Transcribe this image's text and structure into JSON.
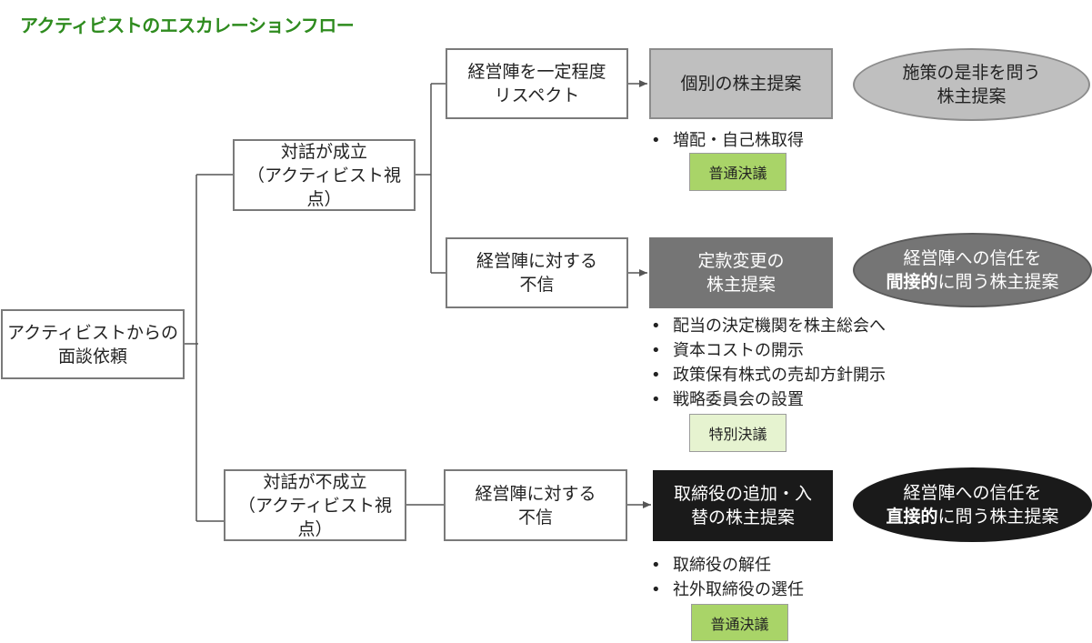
{
  "title": "アクティビストのエスカレーションフロー",
  "root": {
    "label": "アクティビストからの\n面談依頼"
  },
  "level1": {
    "success": {
      "label": "対話が成立\n（アクティビスト視点）"
    },
    "failure": {
      "label": "対話が不成立\n（アクティビスト視点）"
    }
  },
  "level2": {
    "respect": {
      "label": "経営陣を一定程度\nリスペクト"
    },
    "distrust_a": {
      "label": "経営陣に対する\n不信"
    },
    "distrust_b": {
      "label": "経営陣に対する\n不信"
    }
  },
  "proposals": {
    "individual": {
      "label": "個別の株主提案",
      "items": [
        "増配・自己株取得"
      ],
      "resolution": "普通決議",
      "oval": {
        "line1": "施策の是非を問う",
        "line2": "株主提案"
      }
    },
    "articles": {
      "label": "定款変更の\n株主提案",
      "items": [
        "配当の決定機関を株主総会へ",
        "資本コストの開示",
        "政策保有株式の売却方針開示",
        "戦略委員会の設置"
      ],
      "resolution": "特別決議",
      "oval": {
        "line1": "経営陣への信任を",
        "emph": "間接的",
        "rest": "に問う株主提案"
      }
    },
    "directors": {
      "label": "取締役の追加・入\n替の株主提案",
      "items": [
        "取締役の解任",
        "社外取締役の選任"
      ],
      "resolution": "普通決議",
      "oval": {
        "line1": "経営陣への信任を",
        "emph": "直接的",
        "rest": "に問う株主提案"
      }
    }
  },
  "colors": {
    "title_green": "#2e8b1e",
    "badge_green": "#a9d468",
    "badge_pale": "#e6f3d0",
    "box_light": "#bfbfbf",
    "box_mid": "#757575",
    "box_dark": "#1a1a1a",
    "connector": "#555555"
  }
}
